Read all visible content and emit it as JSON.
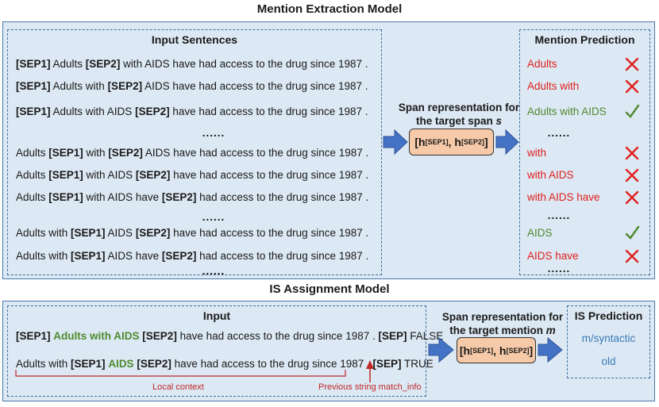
{
  "mention_model": {
    "title": "Mention Extraction Model",
    "input_header": "Input Sentences",
    "sentences": [
      [
        {
          "t": "[SEP1]",
          "b": true
        },
        {
          "t": " Adults "
        },
        {
          "t": "[SEP2]",
          "b": true
        },
        {
          "t": " with AIDS have had access to the drug since 1987 ."
        }
      ],
      [
        {
          "t": "[SEP1]",
          "b": true
        },
        {
          "t": " Adults with "
        },
        {
          "t": "[SEP2]",
          "b": true
        },
        {
          "t": " AIDS have had access to the drug since 1987 ."
        }
      ],
      [
        {
          "t": "[SEP1]",
          "b": true
        },
        {
          "t": " Adults with AIDS "
        },
        {
          "t": "[SEP2]",
          "b": true
        },
        {
          "t": " have had access to the drug since 1987 ."
        }
      ],
      [
        {
          "t": "......"
        }
      ],
      [
        {
          "t": "Adults "
        },
        {
          "t": "[SEP1]",
          "b": true
        },
        {
          "t": " with "
        },
        {
          "t": "[SEP2]",
          "b": true
        },
        {
          "t": " AIDS have had access to the drug since 1987 ."
        }
      ],
      [
        {
          "t": "Adults "
        },
        {
          "t": "[SEP1]",
          "b": true
        },
        {
          "t": " with AIDS "
        },
        {
          "t": "[SEP2]",
          "b": true
        },
        {
          "t": " have had access to the drug since 1987 ."
        }
      ],
      [
        {
          "t": "Adults "
        },
        {
          "t": "[SEP1]",
          "b": true
        },
        {
          "t": " with AIDS have "
        },
        {
          "t": "[SEP2]",
          "b": true
        },
        {
          "t": " had access to the drug since 1987 ."
        }
      ],
      [
        {
          "t": "......"
        }
      ],
      [
        {
          "t": "Adults with "
        },
        {
          "t": "[SEP1]",
          "b": true
        },
        {
          "t": " AIDS "
        },
        {
          "t": "[SEP2]",
          "b": true
        },
        {
          "t": " have had access to the drug since 1987 ."
        }
      ],
      [
        {
          "t": "Adults with "
        },
        {
          "t": "[SEP1]",
          "b": true
        },
        {
          "t": " AIDS have "
        },
        {
          "t": "[SEP2]",
          "b": true
        },
        {
          "t": " had access to the drug since 1987 ."
        }
      ],
      [
        {
          "t": "......"
        }
      ]
    ],
    "span_label_line1": "Span representation for",
    "span_label_line2": "the target span ",
    "span_label_var": "s",
    "prediction_header": "Mention Prediction",
    "predictions": [
      {
        "text": "Adults",
        "status": "wrong"
      },
      {
        "text": "Adults with",
        "status": "wrong"
      },
      {
        "text": "Adults with AIDS",
        "status": "right"
      },
      {
        "text": "......",
        "status": "dots"
      },
      {
        "text": "with",
        "status": "wrong"
      },
      {
        "text": "with AIDS",
        "status": "wrong"
      },
      {
        "text": "with AIDS have",
        "status": "wrong"
      },
      {
        "text": "......",
        "status": "dots"
      },
      {
        "text": "AIDS",
        "status": "right"
      },
      {
        "text": "AIDS have",
        "status": "wrong"
      },
      {
        "text": "......",
        "status": "dots"
      }
    ]
  },
  "span_box": {
    "h": "h",
    "sub1": "[SEP1]",
    "sub2": "[SEP2]"
  },
  "is_model": {
    "title": "IS Assignment Model",
    "input_header": "Input",
    "sentences": [
      [
        {
          "t": "[SEP1]",
          "b": true
        },
        {
          "t": " "
        },
        {
          "t": "Adults with AIDS",
          "hl": true
        },
        {
          "t": " "
        },
        {
          "t": "[SEP2]",
          "b": true
        },
        {
          "t": " have had access to the drug since 1987 . "
        },
        {
          "t": "[SEP]",
          "b": true
        },
        {
          "t": " FALSE"
        }
      ],
      [
        {
          "t": "Adults with "
        },
        {
          "t": "[SEP1]",
          "b": true
        },
        {
          "t": " "
        },
        {
          "t": "AIDS",
          "hl": true
        },
        {
          "t": " "
        },
        {
          "t": "[SEP2]",
          "b": true
        },
        {
          "t": " have had access to the drug since 1987 . "
        },
        {
          "t": "[SEP]",
          "b": true
        },
        {
          "t": " TRUE"
        }
      ]
    ],
    "local_context_label": "Local context",
    "match_info_label": "Previous string match_info",
    "span_label_line1": "Span representation for",
    "span_label_line2": "the target mention ",
    "span_label_var": "m",
    "prediction_header": "IS Prediction",
    "predictions": [
      "m/syntactic",
      "old"
    ]
  },
  "colors": {
    "panel": "#dce8f3",
    "border": "#4a79ab",
    "wrong": "#e0201e",
    "right": "#4e8a2f",
    "arrow": "#4472c4",
    "span_fill": "#f6c9a8"
  },
  "icons": {
    "wrong": "cross-icon",
    "right": "check-icon"
  }
}
